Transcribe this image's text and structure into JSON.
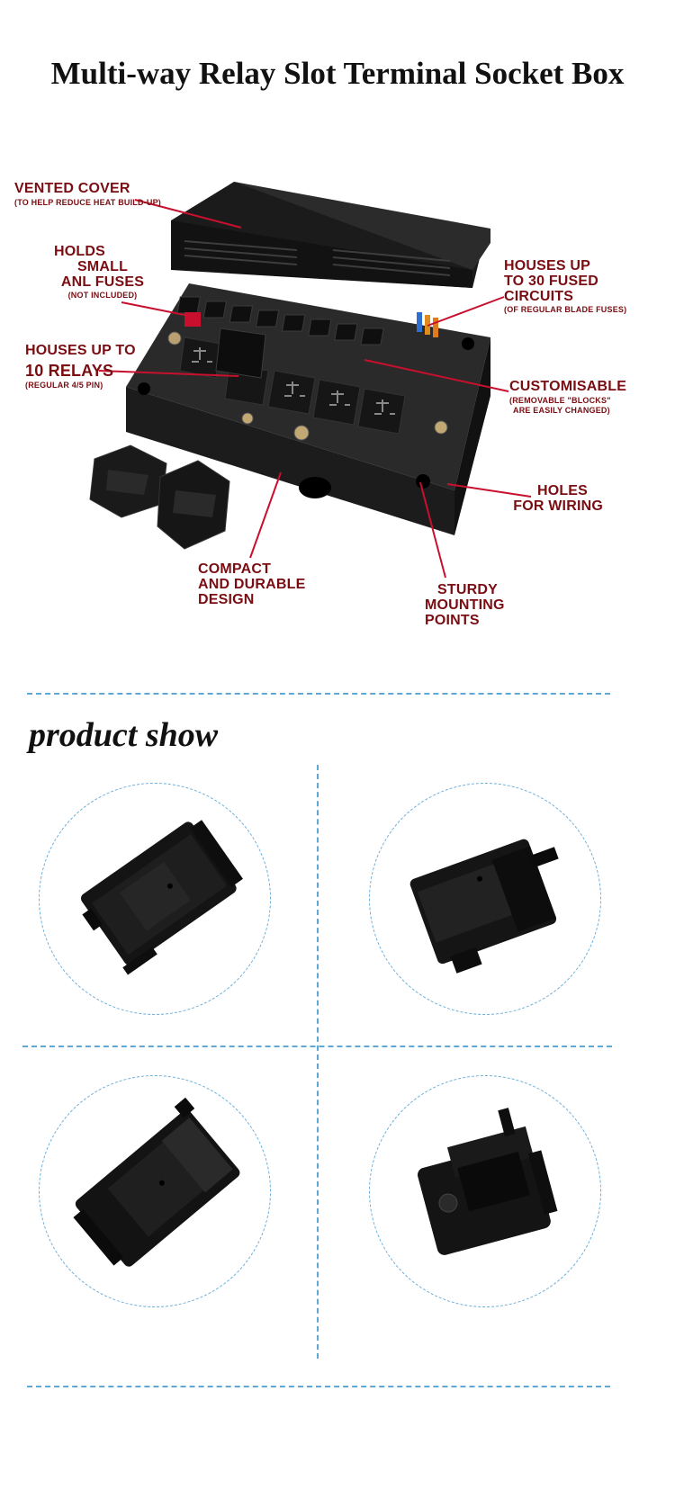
{
  "title": "Multi-way Relay Slot Terminal Socket Box",
  "callouts": {
    "vented_cover": {
      "main": "VENTED COVER",
      "sub": "(TO HELP REDUCE HEAT BUILD-UP)"
    },
    "anl_fuses": {
      "line1": "HOLDS",
      "line2": "SMALL",
      "line3": "ANL FUSES",
      "sub": "(NOT INCLUDED)"
    },
    "relays": {
      "line1": "HOUSES UP TO",
      "line2": "10 RELAYS",
      "sub": "(REGULAR 4/5 PIN)"
    },
    "fused_circuits": {
      "line1": "HOUSES UP",
      "line2": "TO 30 FUSED",
      "line3": "CIRCUITS",
      "sub": "(OF REGULAR BLADE FUSES)"
    },
    "customisable": {
      "main": "CUSTOMISABLE",
      "sub1": "(REMOVABLE \"BLOCKS\"",
      "sub2": "ARE EASILY CHANGED)"
    },
    "wiring_holes": {
      "line1": "HOLES",
      "line2": "FOR WIRING"
    },
    "compact": {
      "line1": "COMPACT",
      "line2": "AND DURABLE",
      "line3": "DESIGN"
    },
    "mounting": {
      "line1": "STURDY",
      "line2": "MOUNTING",
      "line3": "POINTS"
    }
  },
  "section": {
    "title": "product show"
  },
  "photos": [
    {
      "view": "angled-left-top"
    },
    {
      "view": "angled-right-top"
    },
    {
      "view": "angled-left-long"
    },
    {
      "view": "end-view"
    }
  ],
  "colors": {
    "callout": "#7a0d12",
    "divider": "#5ea7d6",
    "product": "#1a1a1a",
    "accent_red": "#c8102e"
  }
}
